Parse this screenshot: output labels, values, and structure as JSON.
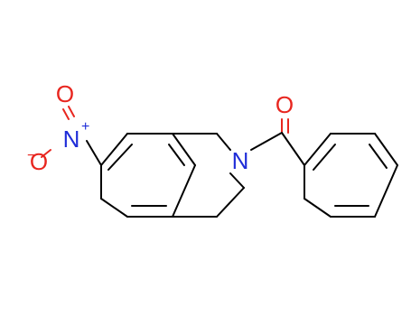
{
  "colors": {
    "background": "#ffffff",
    "bond": "#000000",
    "oxygen": "#e8261f",
    "nitrogen": "#1f2dd8"
  },
  "atoms": {
    "nitro_n": {
      "symbol": "N",
      "charge": "+",
      "color": "#1f2dd8"
    },
    "nitro_o_top": {
      "symbol": "O",
      "color": "#e8261f"
    },
    "nitro_o_bottom": {
      "symbol": "O",
      "charge": "−",
      "color": "#e8261f"
    },
    "ring_n": {
      "symbol": "N",
      "color": "#1f2dd8"
    },
    "carbonyl_o": {
      "symbol": "O",
      "color": "#e8261f"
    }
  }
}
